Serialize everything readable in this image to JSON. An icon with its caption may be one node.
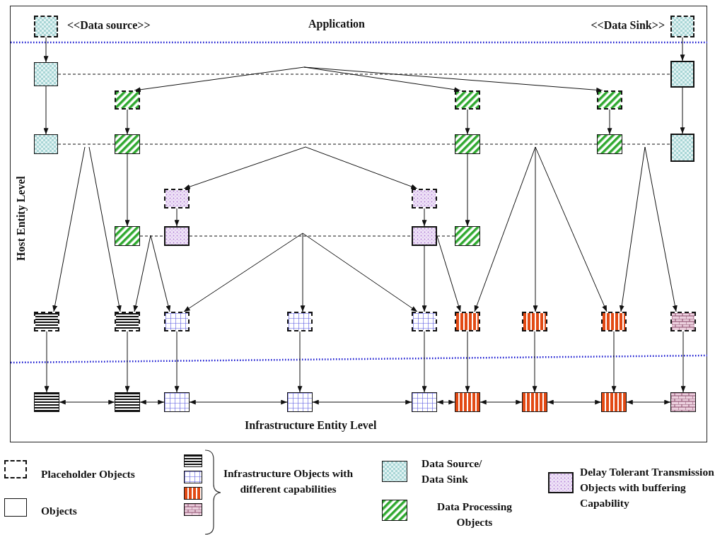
{
  "diagram": {
    "nodes": [
      {
        "text": [],
        "shape": "box",
        "beside": [
          "<<Data source>>"
        ]
      },
      {
        "text": [],
        "shape": "box",
        "beside": [
          "<<Data Sink>>"
        ]
      },
      {
        "text": [],
        "shape": "box"
      },
      {
        "text": [],
        "shape": "box"
      },
      {
        "text": [],
        "shape": "box"
      },
      {
        "text": [],
        "shape": "box"
      },
      {
        "text": [],
        "shape": "box"
      },
      {
        "text": [],
        "shape": "box"
      },
      {
        "text": [],
        "shape": "box"
      },
      {
        "text": [],
        "shape": "box"
      },
      {
        "text": [],
        "shape": "box"
      },
      {
        "text": [],
        "shape": "box"
      },
      {
        "text": [],
        "shape": "box"
      },
      {
        "text": [],
        "shape": "box"
      },
      {
        "text": [],
        "shape": "box"
      },
      {
        "text": [],
        "shape": "box"
      },
      {
        "text": [],
        "shape": "box"
      },
      {
        "text": [],
        "shape": "box"
      },
      {
        "text": [],
        "shape": "box"
      },
      {
        "text": [],
        "shape": "box"
      },
      {
        "text": [],
        "shape": "box"
      },
      {
        "text": [],
        "shape": "box"
      },
      {
        "text": [],
        "shape": "box"
      },
      {
        "text": [],
        "shape": "box"
      },
      {
        "text": [],
        "shape": "box"
      },
      {
        "text": [],
        "shape": "box"
      },
      {
        "text": [],
        "shape": "box"
      },
      {
        "text": [],
        "shape": "box"
      },
      {
        "text": [],
        "shape": "box"
      },
      {
        "text": [],
        "shape": "box"
      },
      {
        "text": [],
        "shape": "box"
      },
      {
        "text": [],
        "shape": "box"
      },
      {
        "text": [],
        "shape": "box"
      },
      {
        "text": [],
        "shape": "box"
      },
      {
        "text": [],
        "shape": "box"
      },
      {
        "text": [],
        "shape": "box"
      }
    ],
    "edges": [
      {
        "from": 0,
        "to": 2,
        "arrow": "to"
      },
      {
        "from": 2,
        "to": 7,
        "arrow": "to"
      },
      {
        "from": 1,
        "to": 3,
        "arrow": "to"
      },
      {
        "from": 3,
        "to": 11,
        "arrow": "to"
      },
      {
        "from": 4,
        "to": 8,
        "arrow": "to"
      },
      {
        "from": 5,
        "to": 9,
        "arrow": "to"
      },
      {
        "from": 6,
        "to": 10,
        "arrow": "to"
      },
      {
        "from": 8,
        "to": 14,
        "arrow": "to"
      },
      {
        "from": 9,
        "to": 17,
        "arrow": "to"
      },
      {
        "from": 12,
        "to": 15,
        "arrow": "to"
      },
      {
        "from": 13,
        "to": 16,
        "arrow": "to"
      },
      {
        "from": 18,
        "to": 27,
        "arrow": "to"
      },
      {
        "from": 19,
        "to": 28,
        "arrow": "to"
      },
      {
        "from": 20,
        "to": 29,
        "arrow": "to"
      },
      {
        "from": 21,
        "to": 30,
        "arrow": "to"
      },
      {
        "from": 22,
        "to": 31,
        "arrow": "to"
      },
      {
        "from": 23,
        "to": 32,
        "arrow": "to"
      },
      {
        "from": 24,
        "to": 33,
        "arrow": "to"
      },
      {
        "from": 25,
        "to": 34,
        "arrow": "to"
      },
      {
        "from": 26,
        "to": 35,
        "arrow": "to"
      },
      {
        "from": 27,
        "to": 28,
        "arrow": "both"
      },
      {
        "from": 28,
        "to": 29,
        "arrow": "both"
      },
      {
        "from": 29,
        "to": 30,
        "arrow": "both"
      },
      {
        "from": 30,
        "to": 31,
        "arrow": "both"
      },
      {
        "from": 31,
        "to": 32,
        "arrow": "both"
      },
      {
        "from": 32,
        "to": 33,
        "arrow": "both"
      },
      {
        "from": 33,
        "to": 34,
        "arrow": "both"
      },
      {
        "from": 34,
        "to": 35,
        "arrow": "both"
      },
      {
        "from": 2,
        "to": 3,
        "arrow": "none",
        "style": "dashed"
      },
      {
        "from": 7,
        "to": 8,
        "arrow": "none",
        "style": "dashed"
      },
      {
        "from": 8,
        "to": 9,
        "arrow": "none",
        "style": "dashed"
      },
      {
        "from": 9,
        "to": 10,
        "arrow": "none",
        "style": "dashed"
      },
      {
        "from": 10,
        "to": 11,
        "arrow": "none",
        "style": "dashed"
      },
      {
        "from": 14,
        "to": 15,
        "arrow": "none",
        "style": "dashed"
      },
      {
        "from": 15,
        "to": 16,
        "arrow": "none",
        "style": "dashed"
      },
      {
        "from": 16,
        "to": 17,
        "arrow": "none",
        "style": "dashed"
      },
      {
        "from": null,
        "to": 4,
        "arrow": "to"
      },
      {
        "from": null,
        "to": 5,
        "arrow": "to"
      },
      {
        "from": null,
        "to": 6,
        "arrow": "to"
      },
      {
        "from": null,
        "to": 12,
        "arrow": "to"
      },
      {
        "from": null,
        "to": 13,
        "arrow": "to"
      },
      {
        "from": null,
        "to": 18,
        "arrow": "to"
      },
      {
        "from": null,
        "to": 19,
        "arrow": "to"
      },
      {
        "from": null,
        "to": 23,
        "arrow": "to"
      },
      {
        "from": null,
        "to": 24,
        "arrow": "to"
      },
      {
        "from": null,
        "to": 25,
        "arrow": "to"
      },
      {
        "from": null,
        "to": 25,
        "arrow": "to"
      },
      {
        "from": null,
        "to": 26,
        "arrow": "to"
      },
      {
        "from": null,
        "to": 19,
        "arrow": "to"
      },
      {
        "from": null,
        "to": 20,
        "arrow": "to"
      },
      {
        "from": null,
        "to": 20,
        "arrow": "to"
      },
      {
        "from": null,
        "to": 21,
        "arrow": "to"
      },
      {
        "from": null,
        "to": 22,
        "arrow": "to"
      },
      {
        "from": 16,
        "to": 22,
        "arrow": "to"
      },
      {
        "from": 16,
        "to": 23,
        "arrow": "to"
      }
    ],
    "labels": [
      "Application",
      "Host Entity Level",
      "Infrastructure Entity Level"
    ],
    "legend": [
      {
        "text": "Placeholder Objects"
      },
      {
        "text": "Objects"
      },
      {
        "text": "Infrastructure Objects with different capabilities"
      },
      {
        "text": "Data Source/ Data Sink"
      },
      {
        "text": "Data Processing Objects"
      },
      {
        "text": "Delay Tolerant Transmission Objects with buffering Capability"
      }
    ]
  }
}
